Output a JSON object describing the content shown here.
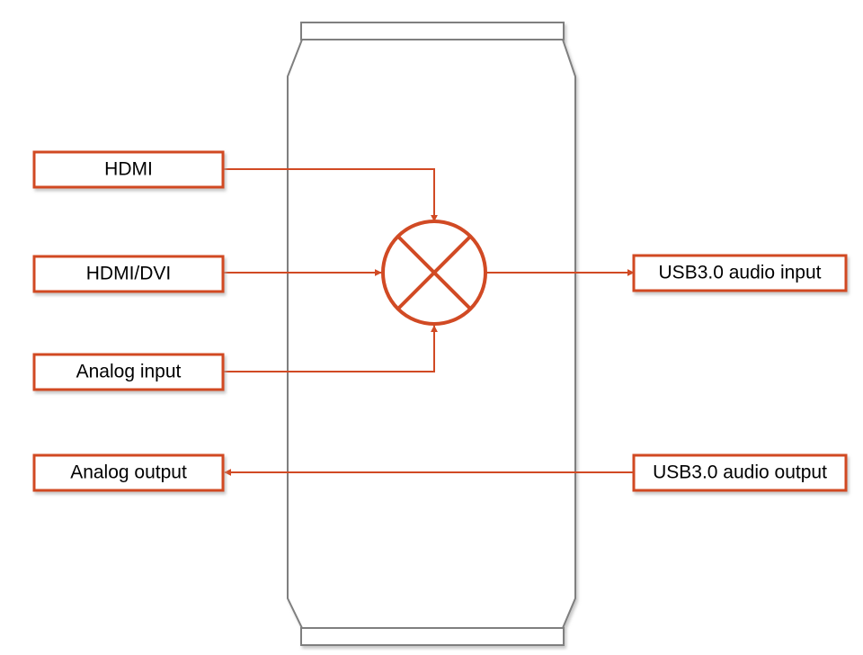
{
  "colors": {
    "accent": "#d14a24",
    "device_outline": "#7f7f7f",
    "box_shadow": "#b0b0b0"
  },
  "inputs": {
    "hdmi": "HDMI",
    "hdmi_dvi": "HDMI/DVI",
    "analog_input": "Analog input"
  },
  "outputs": {
    "usb_audio_input": "USB3.0 audio input",
    "usb_audio_output": "USB3.0 audio output",
    "analog_output": "Analog output"
  },
  "mixer": {
    "icon": "mixer-cross-circle-icon"
  }
}
